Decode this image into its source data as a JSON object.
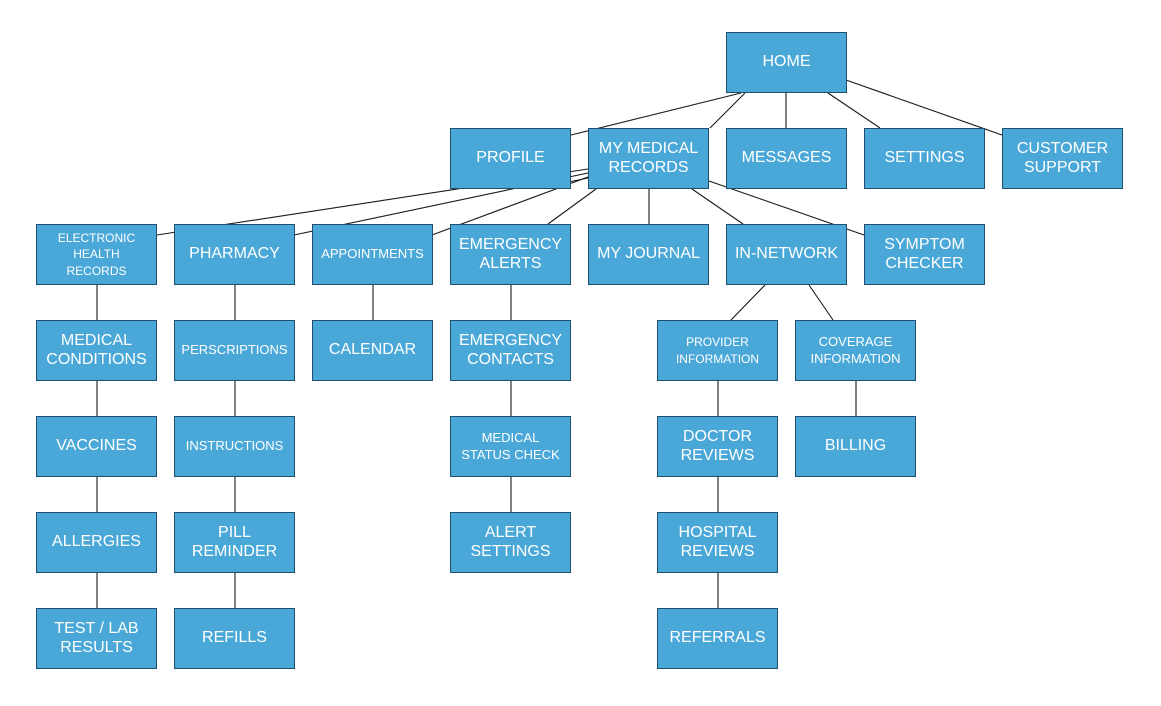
{
  "sitemap": {
    "home": "HOME",
    "profile": "PROFILE",
    "my_medical_records": "MY MEDICAL\nRECORDS",
    "messages": "MESSAGES",
    "settings": "SETTINGS",
    "customer_support": "CUSTOMER\nSUPPORT",
    "electronic_health_records": "ELECTRONIC\nHEALTH\nRECORDS",
    "pharmacy": "PHARMACY",
    "appointments": "APPOINTMENTS",
    "emergency_alerts": "EMERGENCY\nALERTS",
    "my_journal": "MY JOURNAL",
    "in_network": "IN-NETWORK",
    "symptom_checker": "SYMPTOM\nCHECKER",
    "medical_conditions": "MEDICAL\nCONDITIONS",
    "vaccines": "VACCINES",
    "allergies": "ALLERGIES",
    "test_lab_results": "TEST / LAB\nRESULTS",
    "perscriptions": "PERSCRIPTIONS",
    "instructions": "INSTRUCTIONS",
    "pill_reminder": "PILL\nREMINDER",
    "refills": "REFILLS",
    "calendar": "CALENDAR",
    "emergency_contacts": "EMERGENCY\nCONTACTS",
    "medical_status_check": "MEDICAL\nSTATUS CHECK",
    "alert_settings": "ALERT\nSETTINGS",
    "provider_information": "PROVIDER\nINFORMATION",
    "coverage_information": "COVERAGE\nINFORMATION",
    "doctor_reviews": "DOCTOR\nREVIEWS",
    "hospital_reviews": "HOSPITAL\nREVIEWS",
    "referrals": "REFERRALS",
    "billing": "BILLING"
  },
  "colors": {
    "node_fill": "#4aa8d8",
    "node_border": "#1f4f6b",
    "node_text": "#ffffff",
    "connector": "#1a1a1a"
  }
}
